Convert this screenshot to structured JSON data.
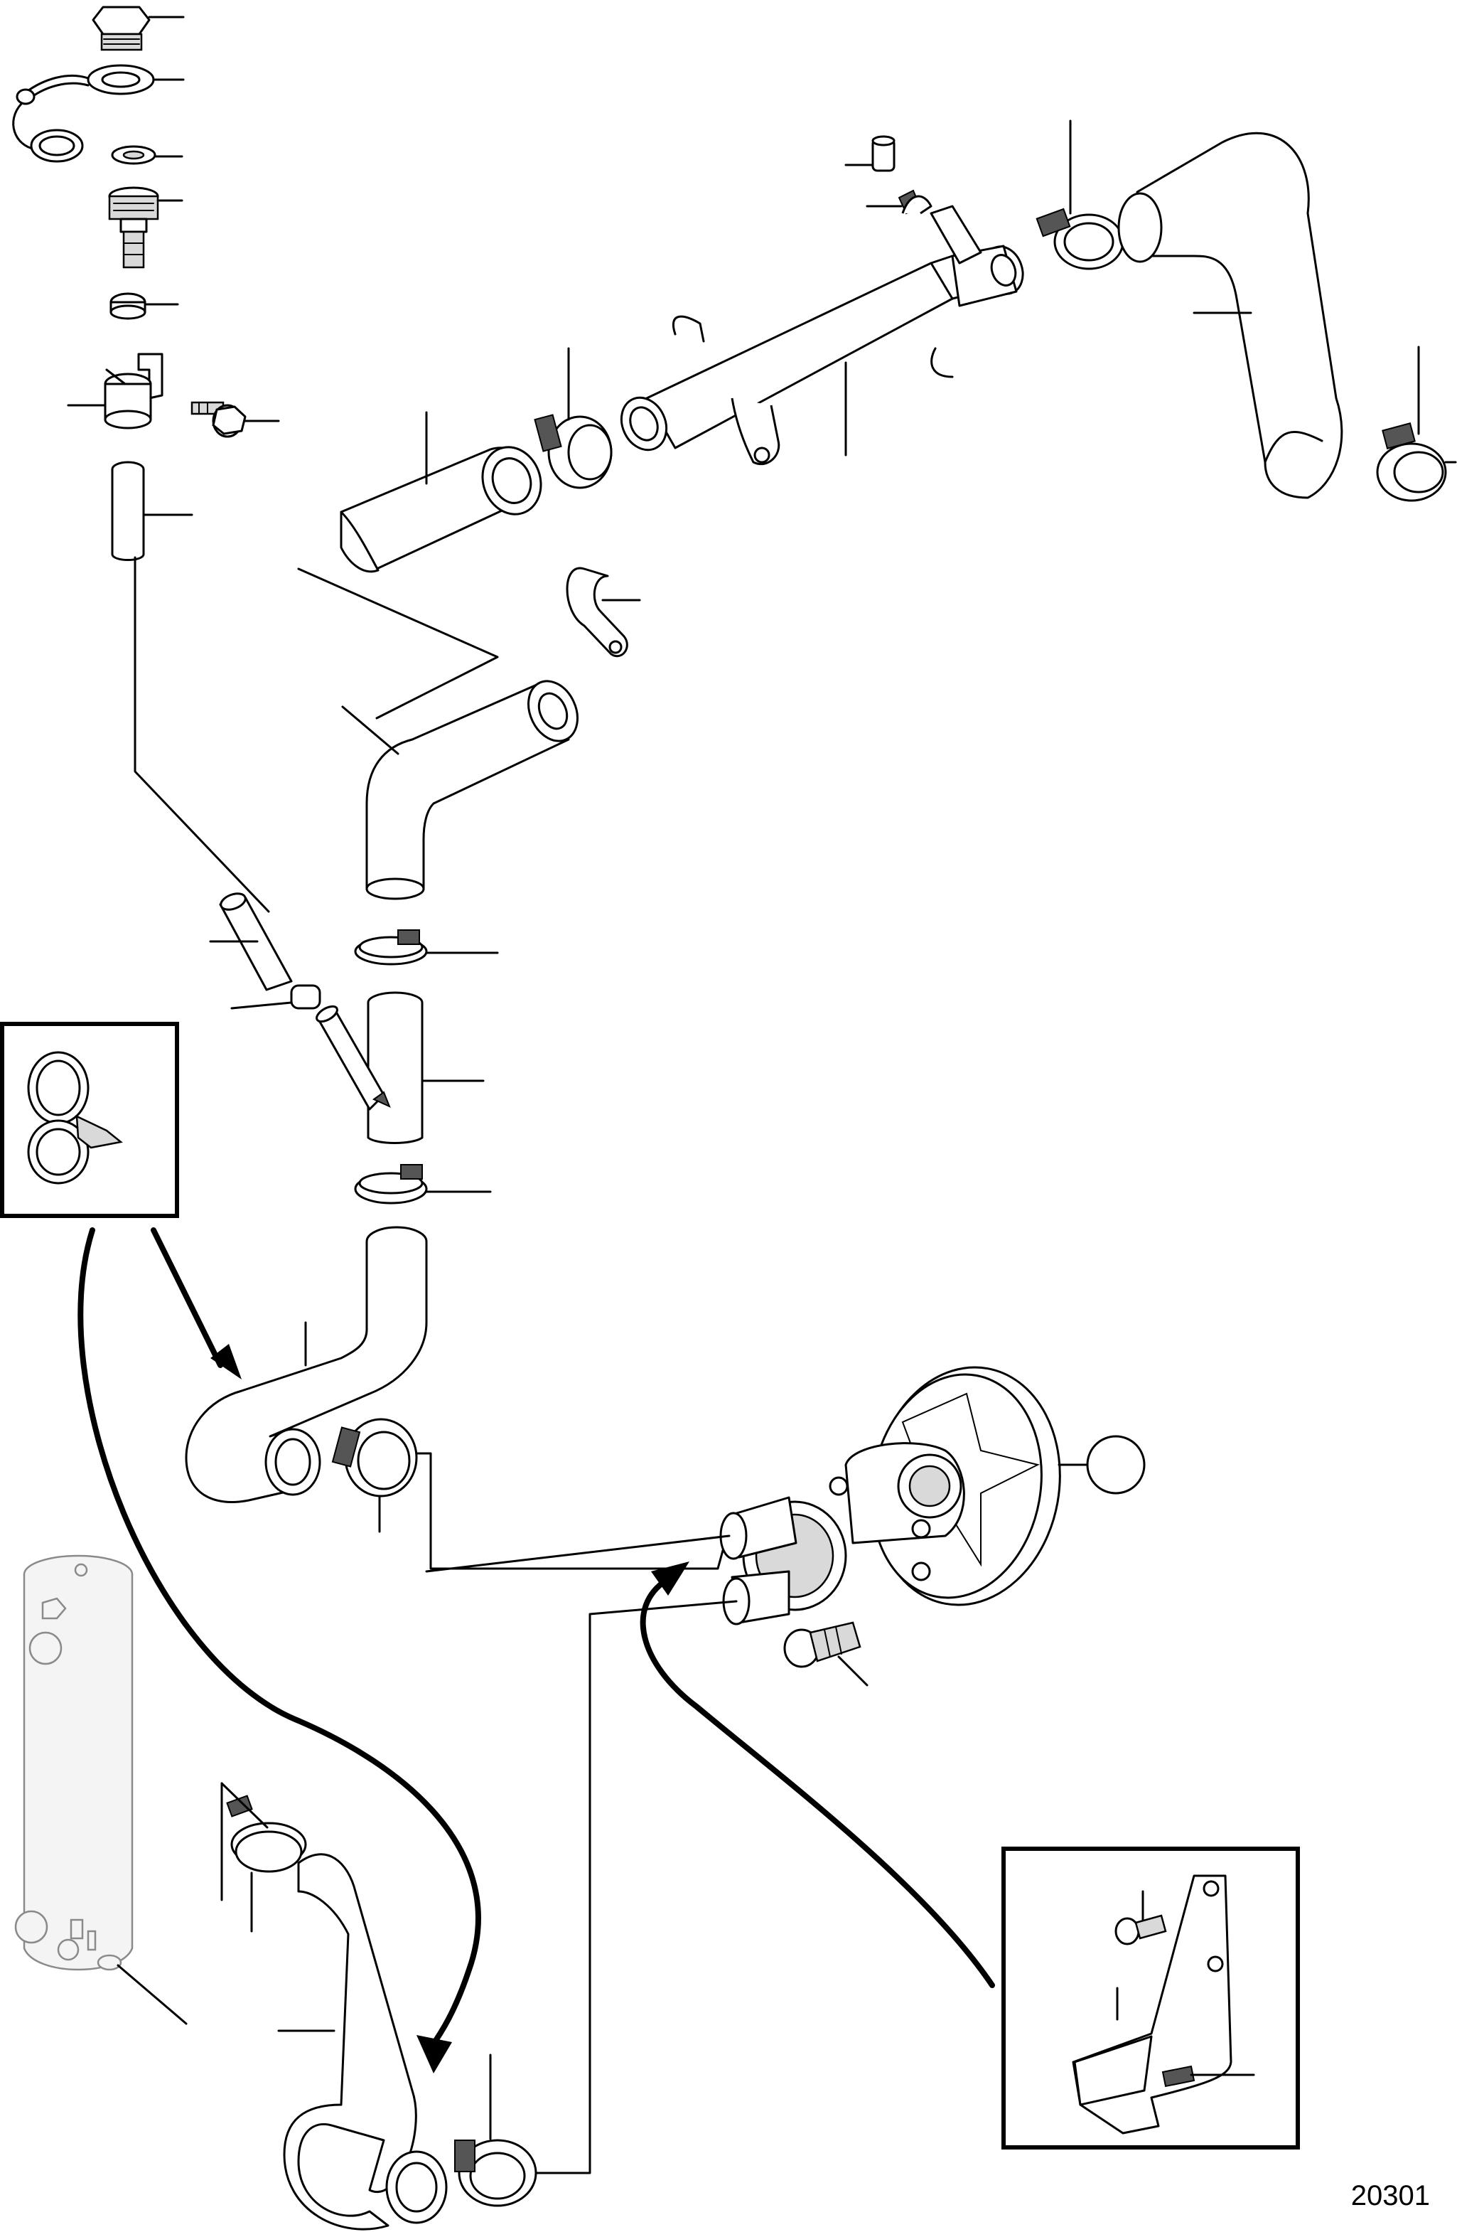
{
  "figure": {
    "number": "20301"
  },
  "parts": [
    {
      "id": "drain-plug",
      "icon": "hex-plug"
    },
    {
      "id": "plug-retaining-strap",
      "icon": "strap-ring"
    },
    {
      "id": "sealing-washer",
      "icon": "washer"
    },
    {
      "id": "drain-nipple",
      "icon": "hose-nipple"
    },
    {
      "id": "small-hose-clip",
      "icon": "clip"
    },
    {
      "id": "nipple-bracket",
      "icon": "bracket"
    },
    {
      "id": "bracket-screw",
      "icon": "flange-screw"
    },
    {
      "id": "drain-hose",
      "icon": "hose"
    },
    {
      "id": "straight-hose",
      "icon": "hose"
    },
    {
      "id": "hose-clamp",
      "icon": "hose-clamp"
    },
    {
      "id": "distribution-pipe",
      "icon": "pipe"
    },
    {
      "id": "outlet-hose",
      "icon": "hose"
    },
    {
      "id": "p-clamp",
      "icon": "p-clamp"
    },
    {
      "id": "bent-hose",
      "icon": "hose"
    },
    {
      "id": "y-branch-pipe",
      "icon": "y-pipe"
    },
    {
      "id": "seawater-pump",
      "icon": "pump"
    },
    {
      "id": "pump-screw",
      "icon": "socket-screw"
    },
    {
      "id": "lower-hose",
      "icon": "hose"
    },
    {
      "id": "hose-support-bracket",
      "icon": "bracket"
    },
    {
      "id": "double-hose-clip",
      "icon": "double-clip"
    },
    {
      "id": "heat-exchanger-reference",
      "icon": "cylinder"
    }
  ],
  "colors": {
    "line": "#000000",
    "background": "#ffffff",
    "reference_part": "#8a8a8a"
  }
}
